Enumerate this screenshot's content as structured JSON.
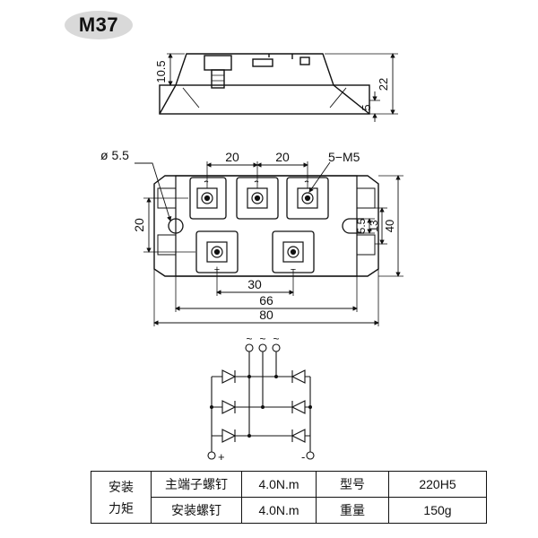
{
  "model": "M37",
  "side_view": {
    "dim_height": "10.5",
    "dim_total": "22",
    "dim_base": "5"
  },
  "top_view": {
    "hole_diameter": "ø 5.5",
    "pitch_left": "20",
    "pitch_right": "20",
    "screw_spec": "5−M5",
    "dim_left_height": "20",
    "dim_slot": "5.5",
    "dim_13": "13",
    "dim_40": "40",
    "dim_30": "30",
    "dim_66": "66",
    "dim_80": "80",
    "plus_sign": "+",
    "minus_sign": "−"
  },
  "circuit": {
    "ac_label": "~",
    "plus_label": "+",
    "minus_label": "-"
  },
  "spec_table": {
    "torque_label_line1": "安装",
    "torque_label_line2": "力矩",
    "row1": {
      "label": "主端子螺钉",
      "value": "4.0N.m",
      "param": "型号",
      "param_value": "220H5"
    },
    "row2": {
      "label": "安装螺钉",
      "value": "4.0N.m",
      "param": "重量",
      "param_value": "150g"
    }
  }
}
